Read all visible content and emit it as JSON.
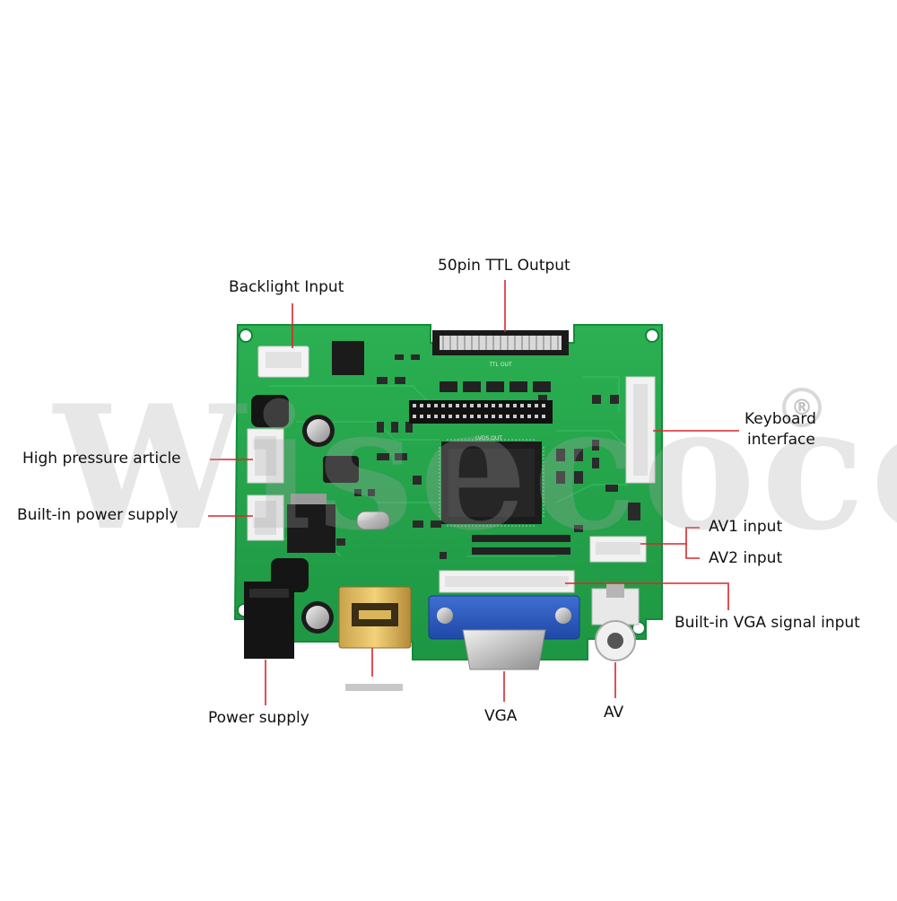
{
  "labels": {
    "ttl_output": "50pin TTL Output",
    "backlight_input": "Backlight Input",
    "high_pressure": "High pressure article",
    "builtin_power": "Built-in power supply",
    "keyboard_line1": "Keyboard",
    "keyboard_line2": "interface",
    "av1_input": "AV1 input",
    "av2_input": "AV2 input",
    "vga_signal_input": "Built-in VGA signal input",
    "power_supply": "Power supply",
    "vga": "VGA",
    "av": "AV"
  },
  "silkscreen": {
    "ttl_out": "TTL OUT",
    "lvds_out": "LVDS OUT"
  },
  "watermark": {
    "text": "Wisecoco",
    "reg_mark": "®"
  },
  "colors": {
    "pcb_green": "#23a348",
    "pcb_dark": "#17803a",
    "leader_line": "#d9262c",
    "label_text": "#111111"
  }
}
